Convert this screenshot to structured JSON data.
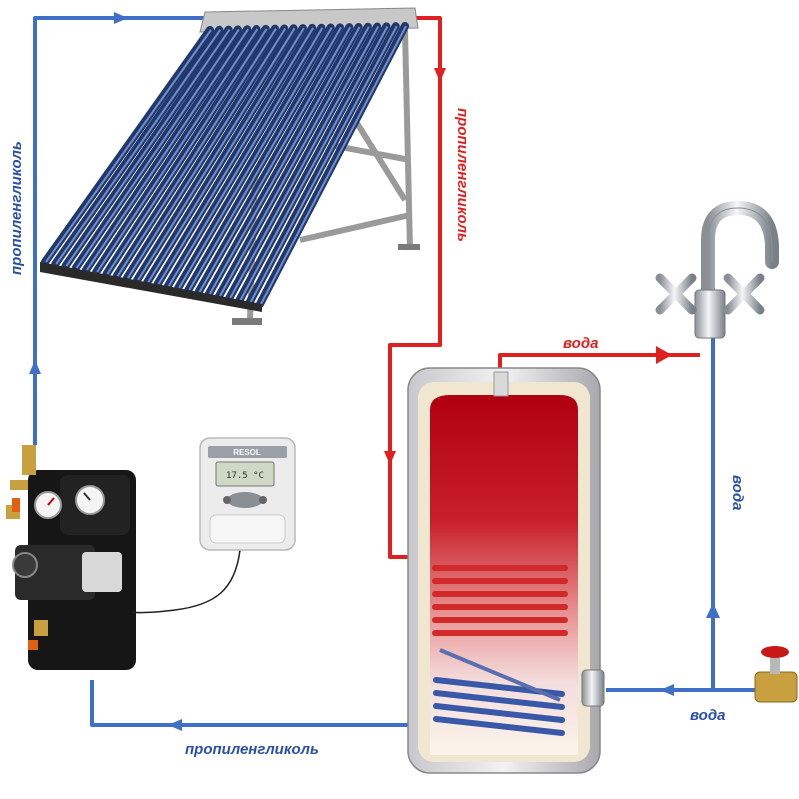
{
  "colors": {
    "cold_line": "#3f6fc6",
    "hot_line": "#e02020",
    "cold_label": "#2a4fa8",
    "hot_label": "#e02020"
  },
  "labels": {
    "left_propylene": "пропиленгликоль",
    "right_propylene": "пропиленгликоль",
    "bottom_propylene": "пропиленгликоль",
    "hot_water": "вода",
    "cold_water_vertical": "вода",
    "cold_water_bottom": "вода"
  },
  "controller": {
    "brand": "RESOL",
    "display": "17.5 °C"
  },
  "components": {
    "collector": "solar-collector",
    "tank": "storage-tank",
    "pump_station": "pump-station",
    "controller": "controller",
    "faucet": "faucet",
    "inlet_valve": "inlet-valve"
  }
}
